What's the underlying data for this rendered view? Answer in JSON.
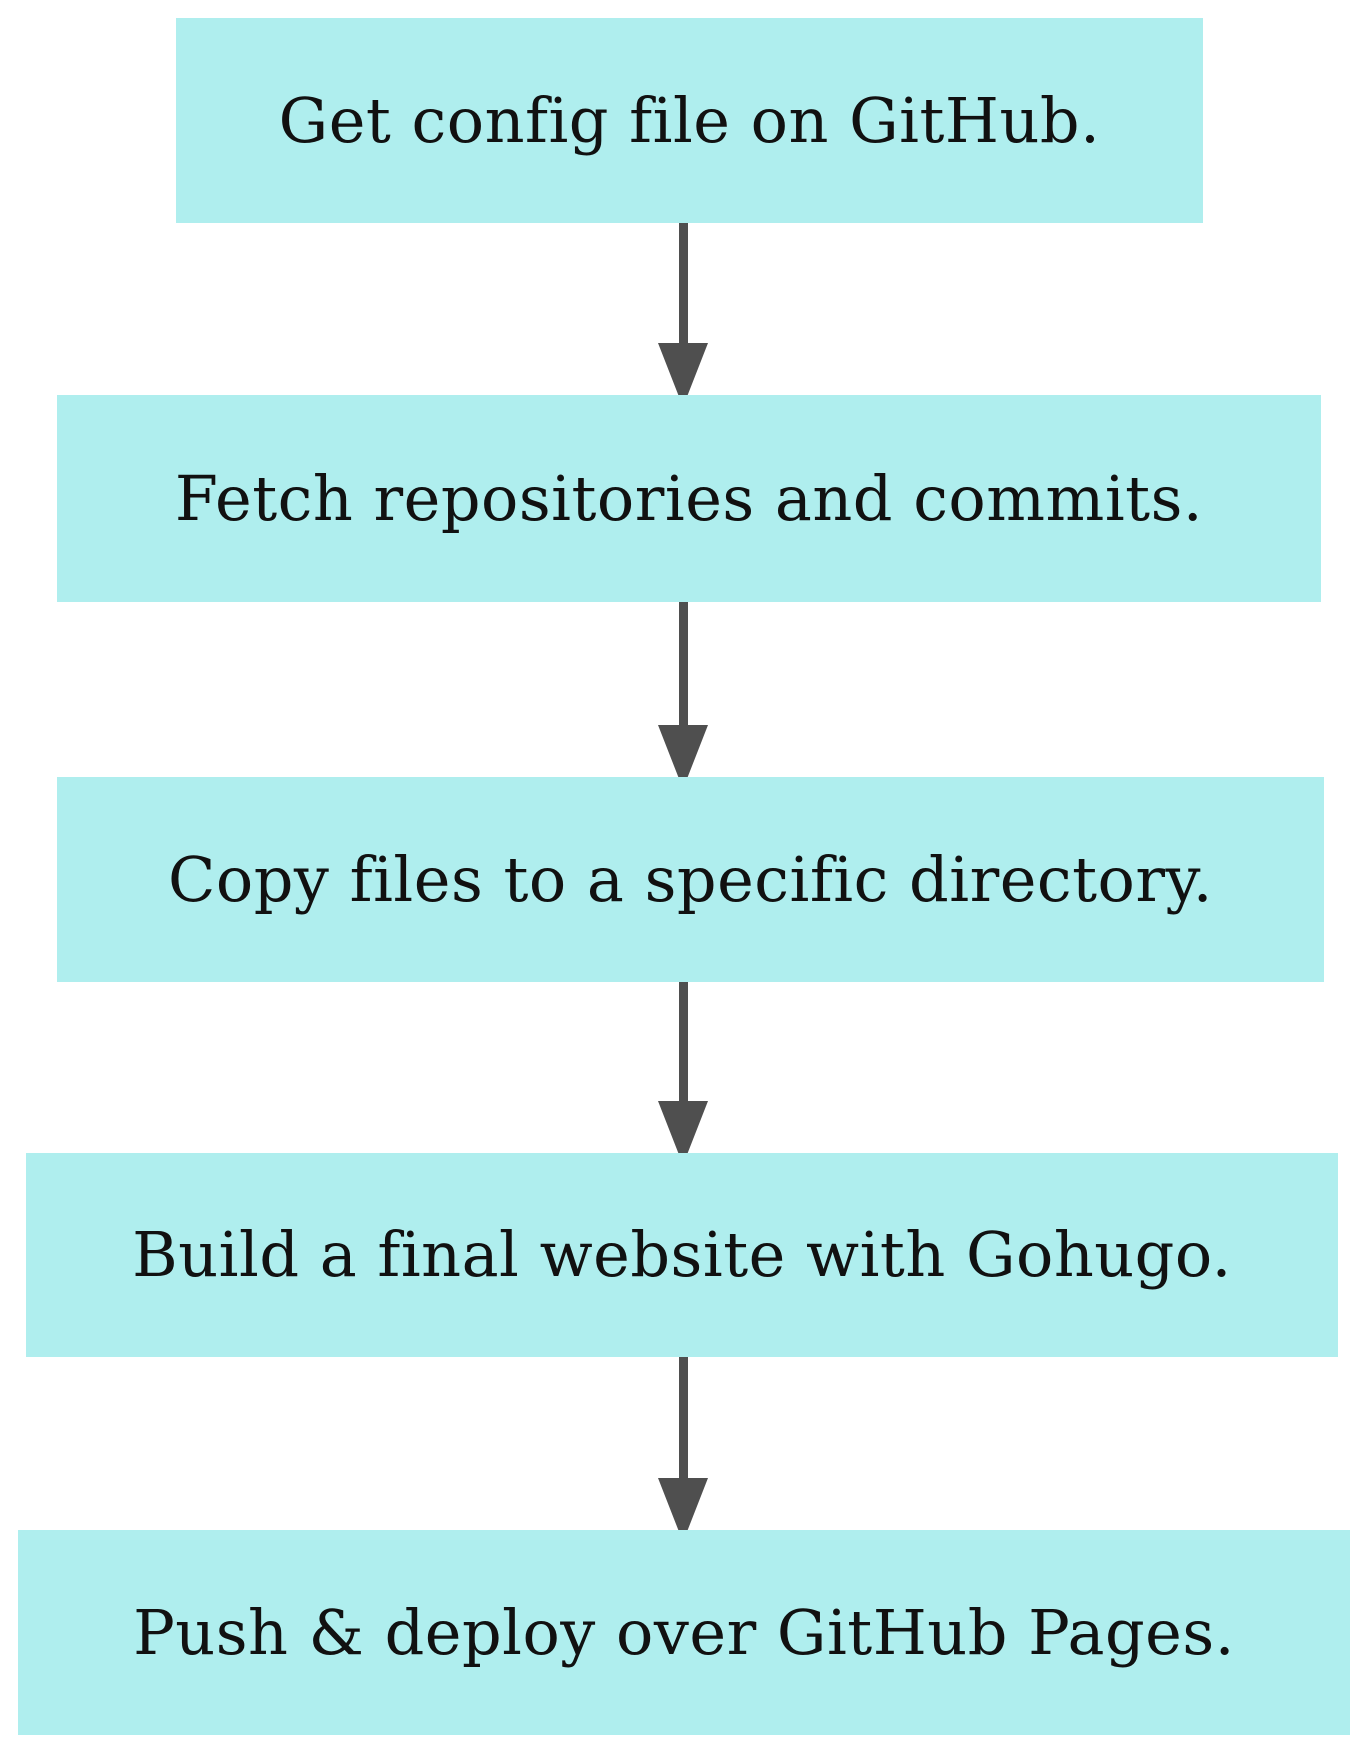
{
  "diagram": {
    "type": "flowchart",
    "direction": "top-down",
    "background": "#ffffff",
    "node_fill": "#afeeee",
    "arrow_color": "#4f4f4f",
    "text_color": "#111111",
    "nodes": [
      {
        "id": "step-1",
        "label": "Get config file on GitHub."
      },
      {
        "id": "step-2",
        "label": "Fetch repositories and commits."
      },
      {
        "id": "step-3",
        "label": "Copy files to a specific directory."
      },
      {
        "id": "step-4",
        "label": "Build a final website with Gohugo."
      },
      {
        "id": "step-5",
        "label": "Push & deploy over GitHub Pages."
      }
    ],
    "edges": [
      {
        "from": "step-1",
        "to": "step-2"
      },
      {
        "from": "step-2",
        "to": "step-3"
      },
      {
        "from": "step-3",
        "to": "step-4"
      },
      {
        "from": "step-4",
        "to": "step-5"
      }
    ]
  }
}
